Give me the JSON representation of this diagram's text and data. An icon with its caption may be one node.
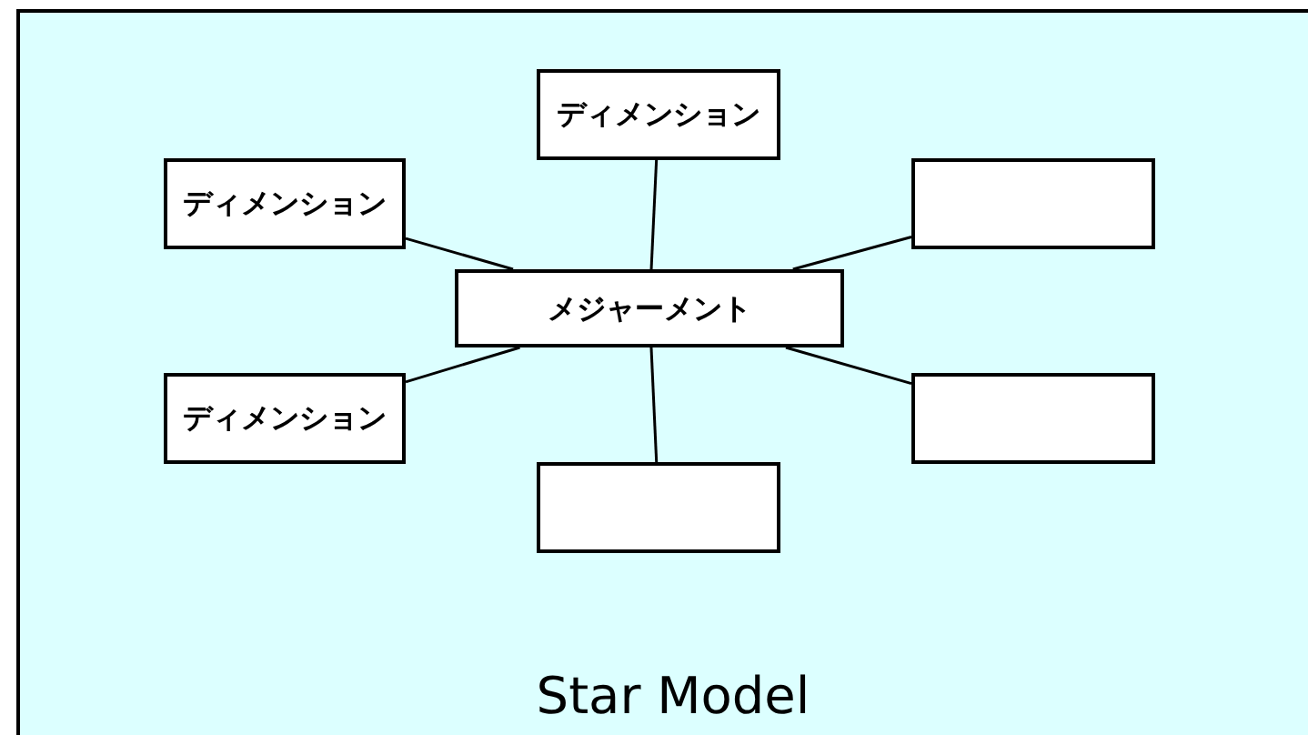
{
  "diagram": {
    "title": "Star Model",
    "nodes": [
      {
        "text": [
          "ディメンション"
        ]
      },
      {
        "text": [
          "ディメンション"
        ]
      },
      {
        "text": [],
        "shape": "box"
      },
      {
        "text": [
          "メジャーメント"
        ]
      },
      {
        "text": [
          "ディメンション"
        ]
      },
      {
        "text": [],
        "shape": "box"
      },
      {
        "text": [],
        "shape": "box"
      }
    ],
    "edges": [
      {
        "from": 3,
        "to": 0,
        "arrow": "none"
      },
      {
        "from": 3,
        "to": 1,
        "arrow": "none"
      },
      {
        "from": 3,
        "to": 2,
        "arrow": "none"
      },
      {
        "from": 3,
        "to": 4,
        "arrow": "none"
      },
      {
        "from": 3,
        "to": 5,
        "arrow": "none"
      },
      {
        "from": 3,
        "to": 6,
        "arrow": "none"
      }
    ]
  }
}
